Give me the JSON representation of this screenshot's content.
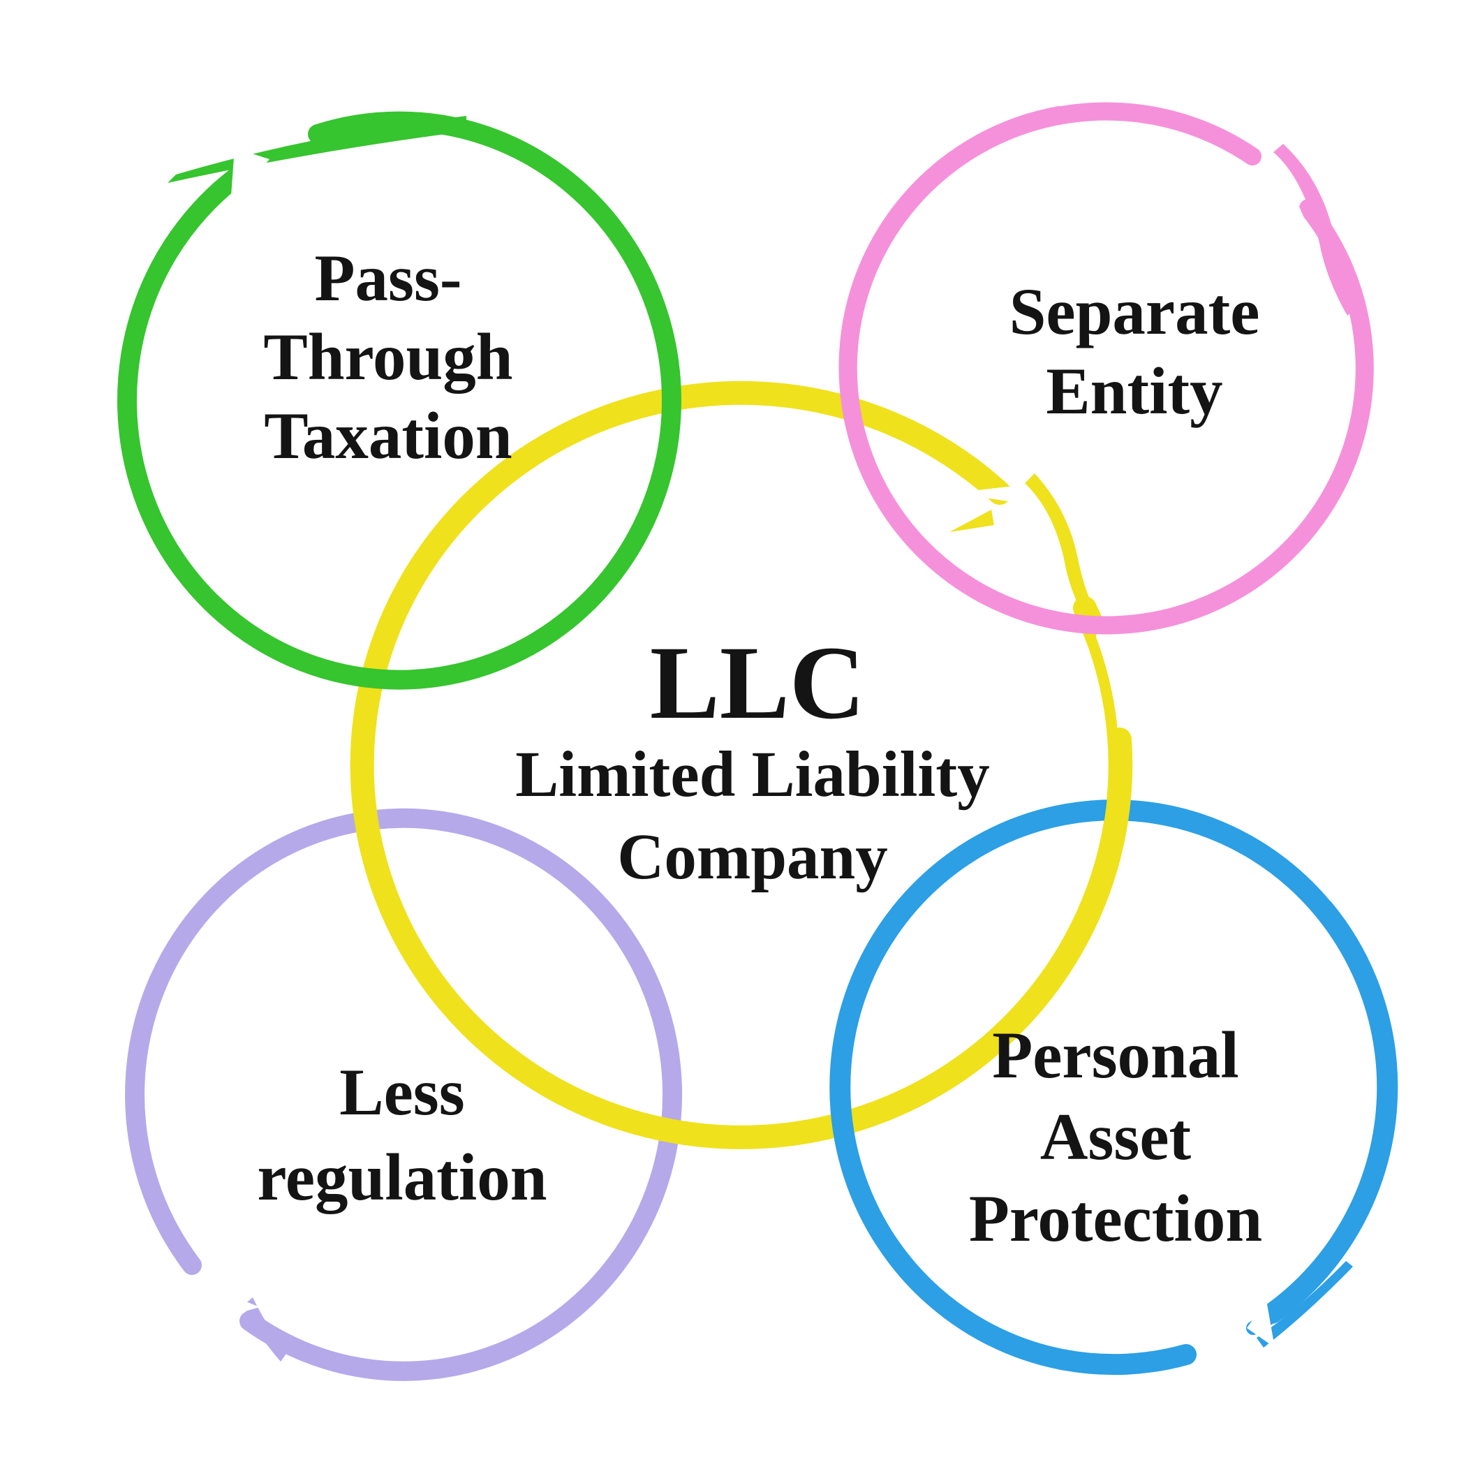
{
  "diagram_title": "LLC Limited Liability Company benefits diagram",
  "colors": {
    "green": "#36C42F",
    "pink": "#F591DA",
    "yellow": "#EFE11C",
    "purple": "#B5A9EA",
    "blue": "#2C9FE5",
    "text": "#141414",
    "background": "#ffffff"
  },
  "center": {
    "abbr": "LLC",
    "lines": [
      "Limited Liability",
      "Company"
    ]
  },
  "nodes": [
    {
      "id": "pass-through-taxation",
      "color_key": "green",
      "lines": [
        "Pass-",
        "Through",
        "Taxation"
      ]
    },
    {
      "id": "separate-entity",
      "color_key": "pink",
      "lines": [
        "Separate",
        "Entity"
      ]
    },
    {
      "id": "less-regulation",
      "color_key": "purple",
      "lines": [
        "Less",
        "regulation"
      ]
    },
    {
      "id": "personal-asset-protection",
      "color_key": "blue",
      "lines": [
        "Personal",
        "Asset",
        "Protection"
      ]
    }
  ]
}
